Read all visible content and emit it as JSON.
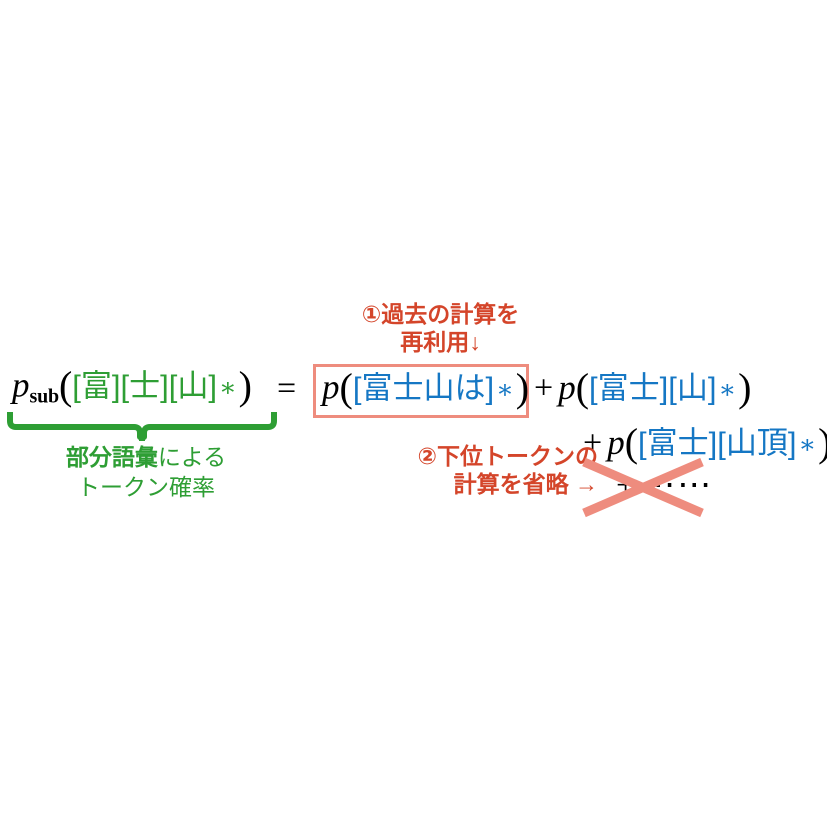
{
  "figure": {
    "title_hidden": "",
    "colors": {
      "green": "#2E9E34",
      "blue": "#1577C4",
      "red": "#D4452A",
      "salmon": "#EE8C7E",
      "black": "#000000",
      "background": "#FFFFFF"
    }
  },
  "lhs": {
    "symbol": "p",
    "subscript": "sub",
    "open_paren": "(",
    "tokens": [
      "[富]",
      "[士]",
      "[山]"
    ],
    "star": "∗",
    "close_paren": ")"
  },
  "equals": "=",
  "boxed_term": {
    "symbol": "p",
    "open_paren": "(",
    "tokens": [
      "[富士山は]"
    ],
    "star": "∗",
    "close_paren": ")"
  },
  "term2": {
    "plus": "+",
    "symbol": "p",
    "open_paren": "(",
    "tokens": [
      "[富士]",
      "[山]"
    ],
    "star": "∗",
    "close_paren": ")"
  },
  "term3": {
    "plus": "+",
    "symbol": "p",
    "open_paren": "(",
    "tokens": [
      "[富士]",
      "[山頂]"
    ],
    "star": "∗",
    "close_paren": ")"
  },
  "term4": {
    "plus": "+",
    "dots": "⋯⋯",
    "crossed_out": true
  },
  "annotations": {
    "note1": {
      "line1": "①過去の計算を",
      "line2": "再利用↓"
    },
    "note2": {
      "line1": "②下位トークンの",
      "line2": "計算を省略 →"
    }
  },
  "brace_caption": {
    "line1_bold": "部分語彙",
    "line1_rest": "による",
    "line2": "トークン確率"
  }
}
